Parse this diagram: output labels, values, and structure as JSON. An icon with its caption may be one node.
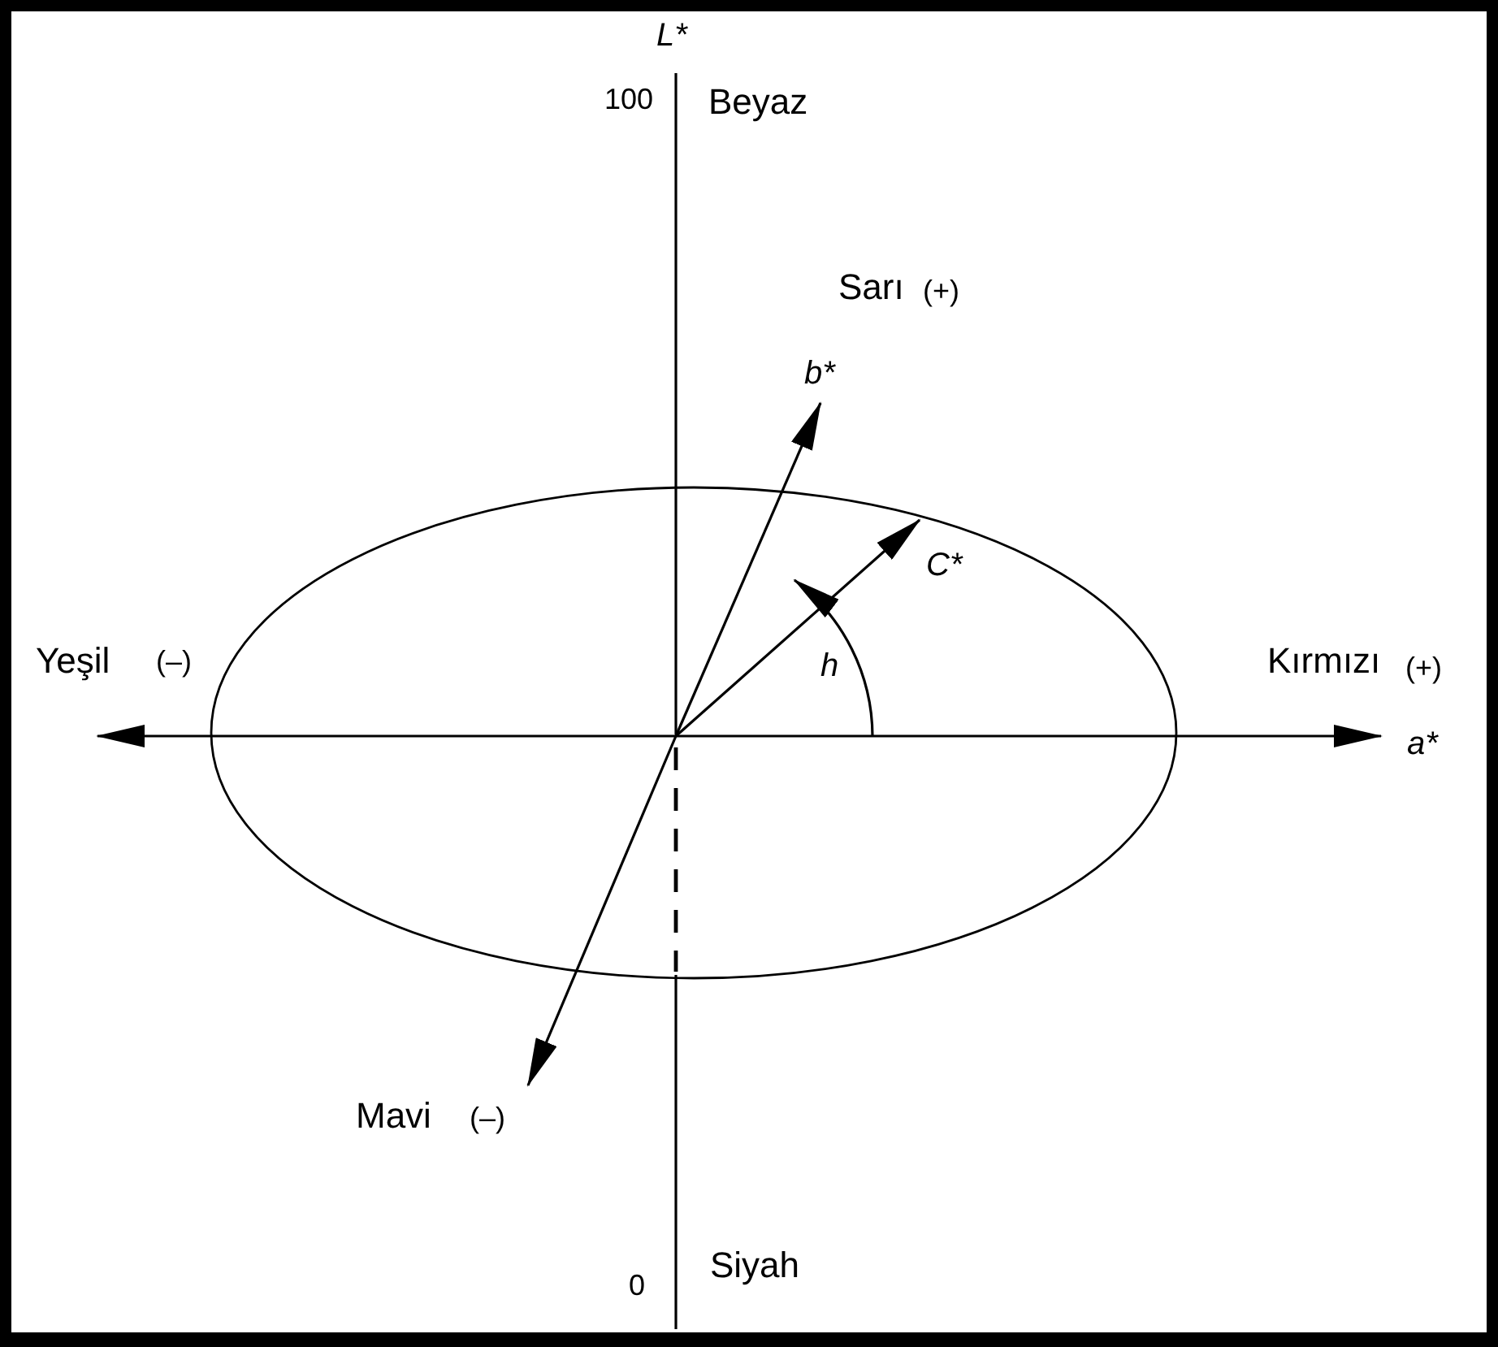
{
  "diagram": {
    "labels": [
      "L*",
      "100",
      "Beyaz",
      "Sarı",
      "(+)",
      "b*",
      "C*",
      "h",
      "Yeşil",
      "(–)",
      "Kırmızı",
      "(+)",
      "a*",
      "Mavi",
      "(–)",
      "0",
      "Siyah"
    ]
  }
}
